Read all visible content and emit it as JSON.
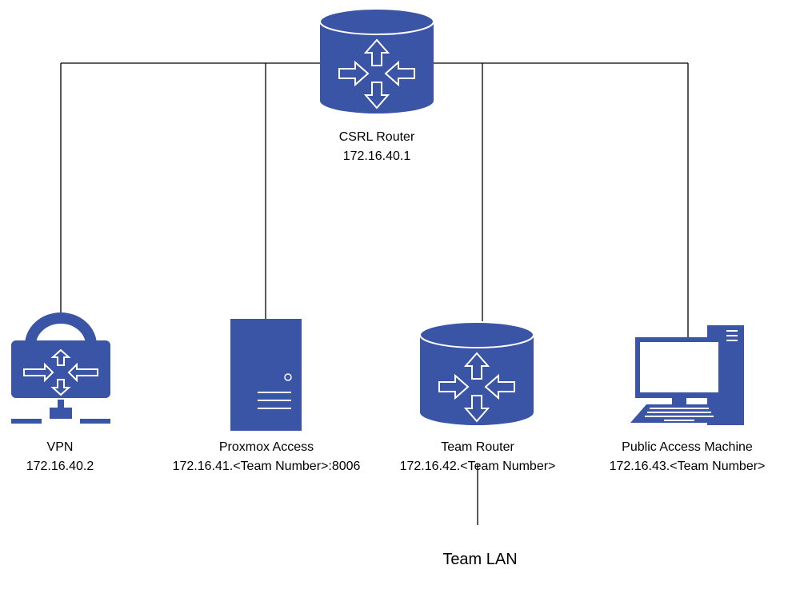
{
  "nodes": {
    "csrl_router": {
      "name": "CSRL Router",
      "address": "172.16.40.1"
    },
    "vpn": {
      "name": "VPN",
      "address": "172.16.40.2"
    },
    "proxmox": {
      "name": "Proxmox Access",
      "address": "172.16.41.<Team Number>:8006"
    },
    "team_router": {
      "name": "Team Router",
      "address": "172.16.42.<Team Number>"
    },
    "public_machine": {
      "name": "Public Access Machine",
      "address": "172.16.43.<Team Number>"
    },
    "team_lan": {
      "name": "Team LAN"
    }
  },
  "colors": {
    "icon_fill": "#3a54a6",
    "line": "#000000",
    "background": "#ffffff"
  },
  "icons": [
    "router-icon",
    "vpn-lock-icon",
    "server-icon",
    "router-icon",
    "desktop-computer-icon"
  ]
}
